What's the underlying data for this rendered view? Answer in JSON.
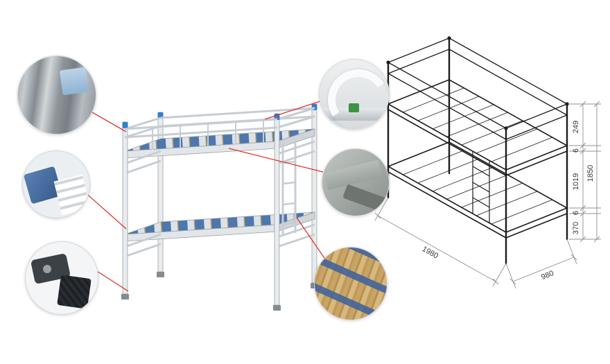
{
  "product": {
    "name": "metal-bunk-bed",
    "colors": {
      "frame": "#e9eced",
      "frame_stroke": "#9aa2a9",
      "cap_blue": "#2f7fd0",
      "slat_blue": "#4d77ad",
      "slat_light": "#dde2e7",
      "leader_red": "#e03228",
      "drawing_line": "#1b1b1b",
      "dim_line": "#909090"
    }
  },
  "callouts": [
    {
      "name": "frame-joint-detail"
    },
    {
      "name": "side-rail-detail"
    },
    {
      "name": "plastic-foot-pads-detail"
    },
    {
      "name": "guardrail-tube-detail"
    },
    {
      "name": "frame-connector-detail"
    },
    {
      "name": "wooden-slat-strap-detail"
    }
  ],
  "drawing": {
    "dims": {
      "rail_height": "249",
      "tube_top": "6",
      "bunk_spacing": "1019",
      "total_height": "1850",
      "tube_bottom": "6",
      "base_height": "370",
      "length": "1980",
      "depth": "980"
    }
  }
}
